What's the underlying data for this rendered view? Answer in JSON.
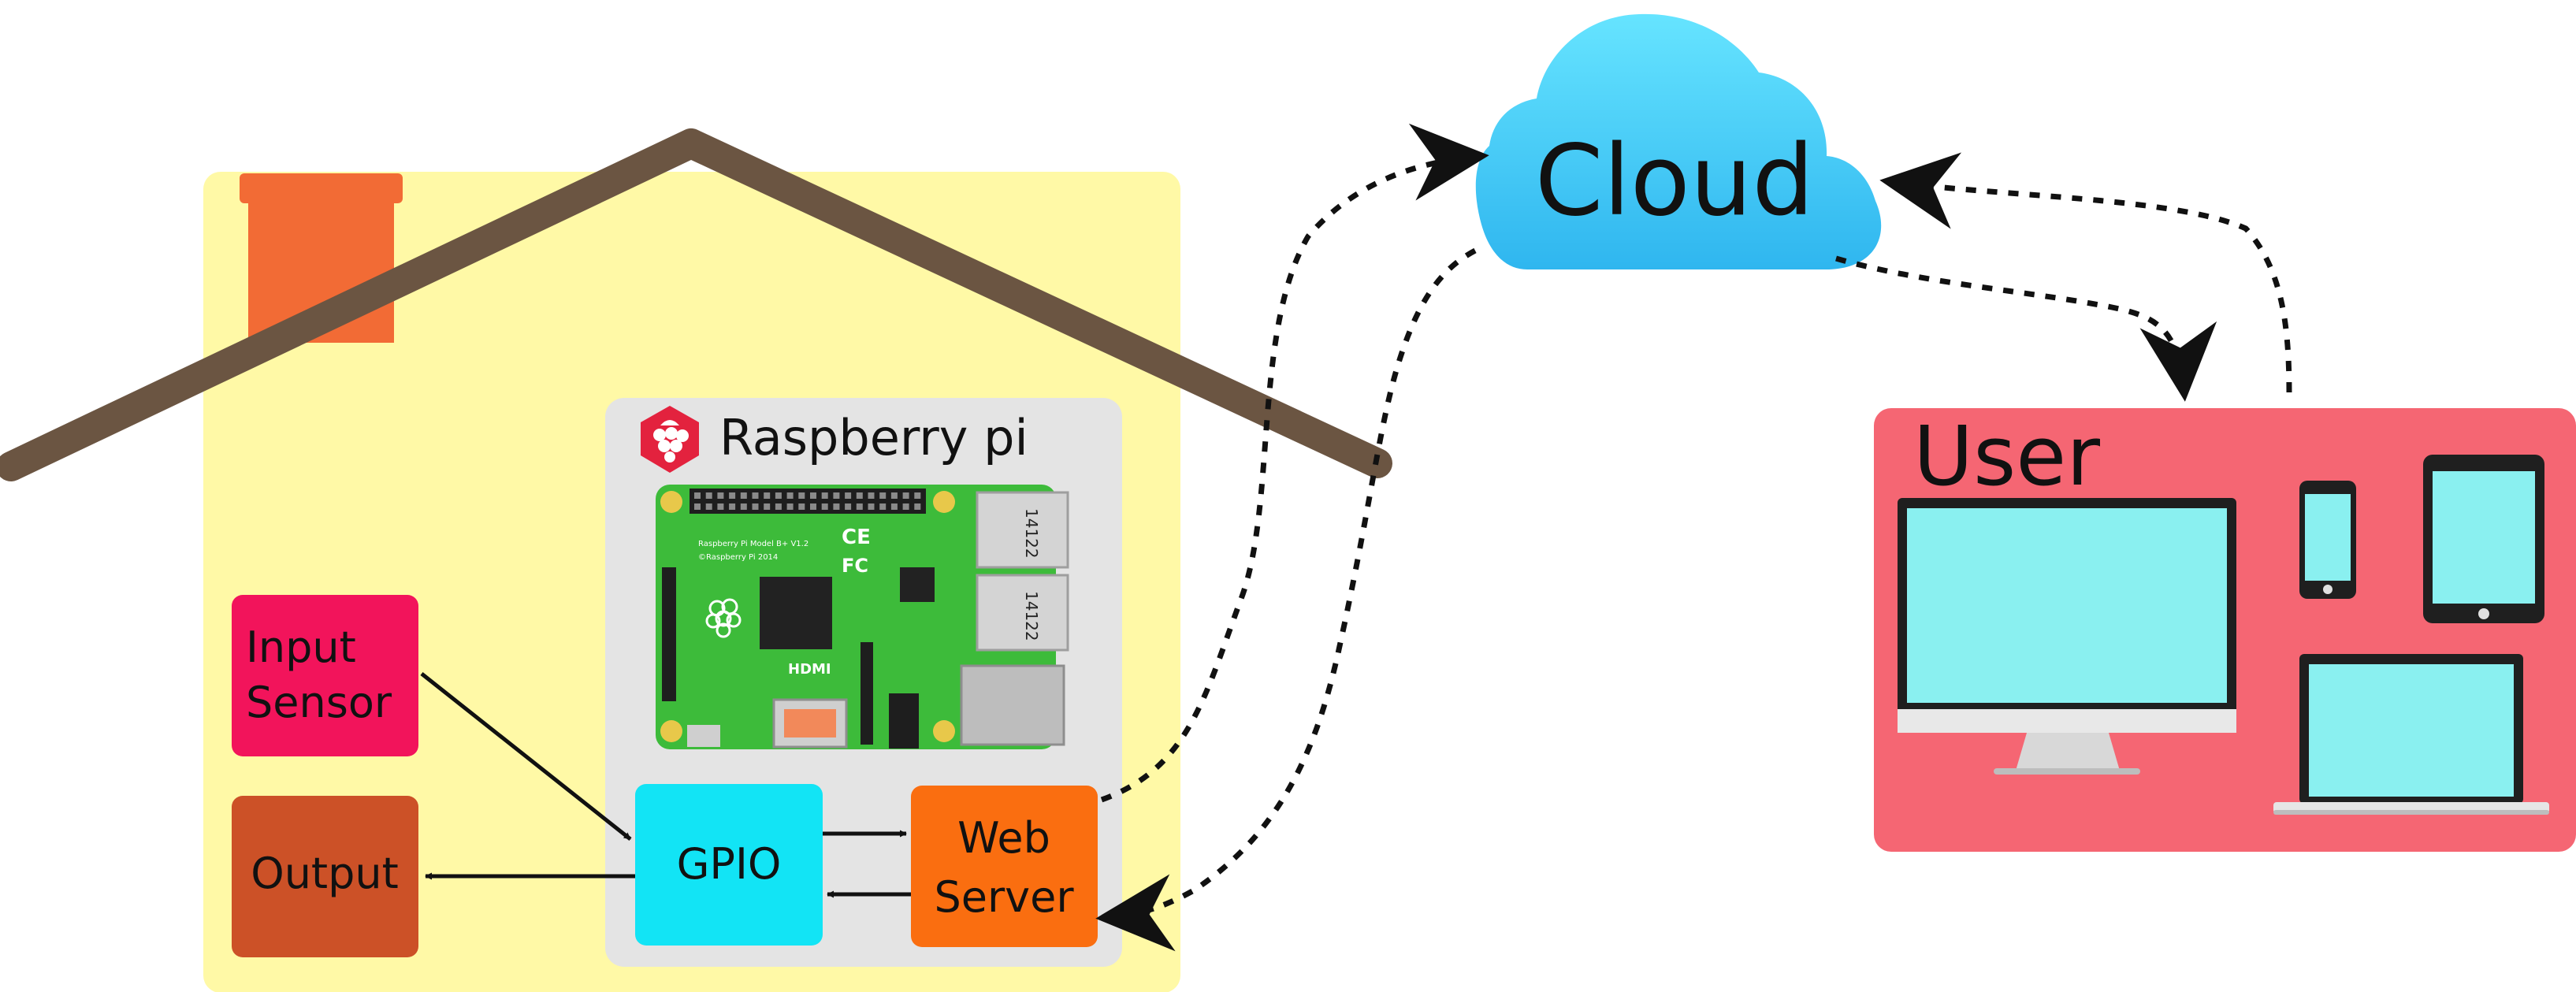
{
  "house": {
    "wall_color": "#FFF9A6",
    "roof_color": "#6B5542",
    "chimney_color": "#F26B35"
  },
  "raspberry_pi": {
    "title": "Raspberry pi",
    "logo_icon": "raspberry-pi-logo-icon",
    "board_color": "#3DBB3A",
    "panel_color": "#E4E4E4",
    "board_print": {
      "model": "Raspberry Pi Model B+ V1.2",
      "copyright": "©Raspberry Pi 2014",
      "usb_code_1": "14122",
      "usb_code_2": "14122",
      "hdmi": "HDMI"
    }
  },
  "blocks": {
    "input_sensor": {
      "line1": "Input",
      "line2": "Sensor",
      "color": "#F2145B"
    },
    "output": {
      "label": "Output",
      "color": "#CC5127"
    },
    "gpio": {
      "label": "GPIO",
      "color": "#12E4F5"
    },
    "web_server": {
      "line1": "Web",
      "line2": "Server",
      "color": "#FA6E10"
    }
  },
  "cloud": {
    "label": "Cloud",
    "color_top": "#62E2FF",
    "color_bottom": "#2FB8F0"
  },
  "user": {
    "label": "User",
    "color": "#F56673",
    "devices": [
      "desktop-monitor-icon",
      "smartphone-icon",
      "tablet-icon",
      "laptop-icon"
    ],
    "screen_color": "#8AF0F0"
  }
}
